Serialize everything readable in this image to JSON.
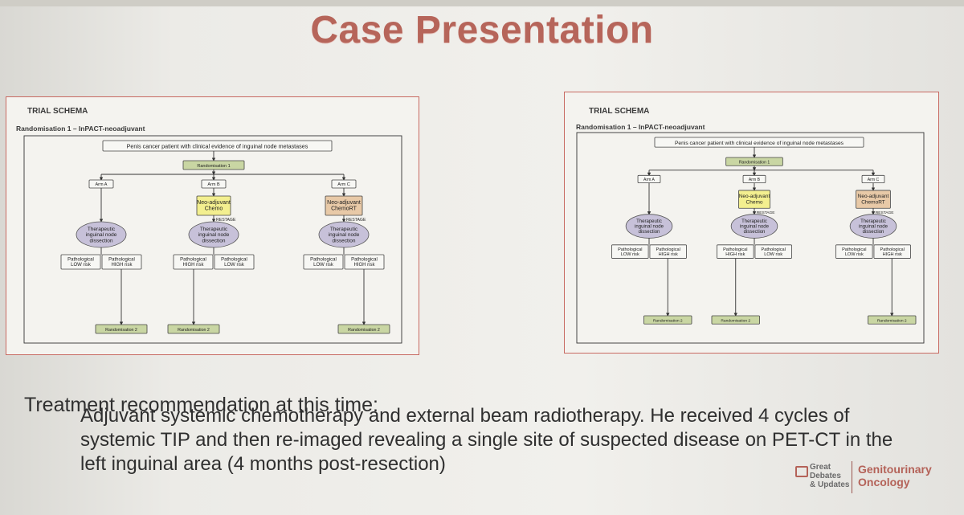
{
  "slide": {
    "title": "Case Presentation",
    "heading": "Treatment recommendation at this time:",
    "body": "Adjuvant systemic chemotherapy and external beam radiotherapy. He received 4 cycles of systemic TIP and then re-imaged revealing a single site of suspected disease on PET-CT in the left inguinal area (4 months post-resection)"
  },
  "schema": {
    "label": "TRIAL SCHEMA",
    "randomisation_label": "Randomisation 1 – InPACT-neoadjuvant",
    "patient": "Penis cancer patient with clinical evidence of inguinal node metastases",
    "randomisation1": "Randomisation 1",
    "arms": [
      "Arm A",
      "Arm B",
      "Arm C"
    ],
    "neo_chemo": [
      "Neo-adjuvant",
      "Chemo"
    ],
    "neo_chemort": [
      "Neo-adjuvant",
      "ChemoRT"
    ],
    "restage": "RESTAGE",
    "dissection": [
      "Therapeutic",
      "inguinal node",
      "dissection"
    ],
    "path_low": [
      "Pathological",
      "LOW risk"
    ],
    "path_high": [
      "Pathological",
      "HIGH risk"
    ],
    "randomisation2": "Randomisation 2"
  },
  "logo": {
    "left": [
      "Great",
      "Debates",
      "& Updates"
    ],
    "right": [
      "Genitourinary",
      "Oncology"
    ]
  },
  "colors": {
    "title": "#b6655a",
    "schema_border": "#c86a62",
    "rand_box": "#c9d6a3",
    "neo_chemo": "#f3ef8f",
    "neo_chemort": "#e8c9a7",
    "dissection": "#c7c1d9"
  }
}
